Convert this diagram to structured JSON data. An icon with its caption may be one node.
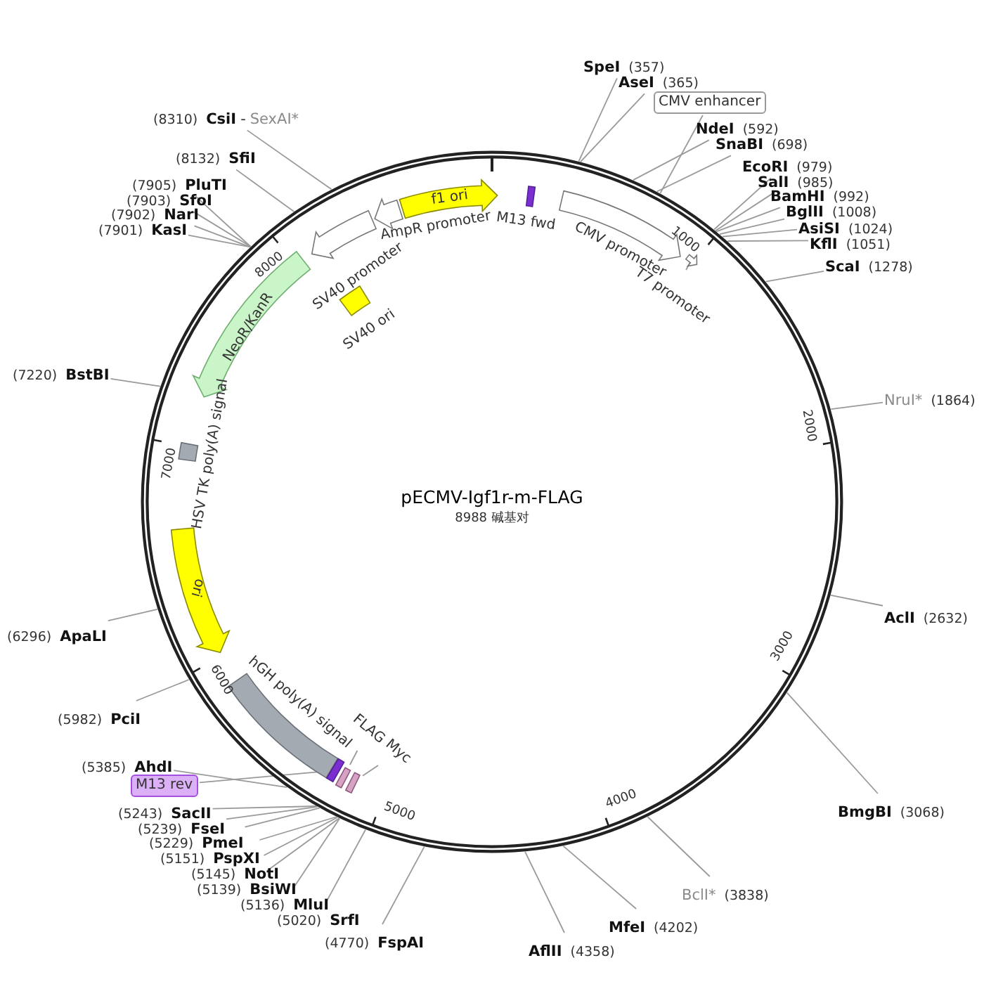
{
  "diagram": {
    "title": "pECMV-Igf1r-m-FLAG",
    "nodes": [
      {
        "text": [],
        "shape": "circle"
      },
      {
        "text": [
          "f1 ori"
        ],
        "in": 0
      },
      {
        "text": [],
        "shape": "arrow",
        "beside": [
          "AmpR promoter"
        ],
        "in": 0
      },
      {
        "text": [
          "M13 fwd"
        ],
        "in": 0
      },
      {
        "text": [
          "CMV enhancer"
        ]
      },
      {
        "text": [],
        "shape": "arrow",
        "beside": [
          "CMV promoter"
        ],
        "in": 0
      },
      {
        "text": [
          "T7 promoter"
        ],
        "in": 0
      },
      {
        "text": [],
        "shape": "arrow",
        "in": 0
      },
      {
        "text": [],
        "shape": "arrow",
        "beside": [
          "SV40 promoter"
        ],
        "in": 0
      },
      {
        "text": [],
        "shape": "box",
        "beside": [
          "SV40 ori"
        ],
        "in": 0
      },
      {
        "text": [
          "NeoR/KanR"
        ],
        "in": 0
      },
      {
        "text": [],
        "shape": "box",
        "beside": [
          "HSV TK poly(A) signal"
        ],
        "in": 0
      },
      {
        "text": [
          "ori"
        ],
        "in": 0
      },
      {
        "text": [],
        "shape": "bar",
        "beside": [
          "hGH poly(A) signal"
        ],
        "in": 0
      },
      {
        "text": [
          "FLAG"
        ],
        "in": 0
      },
      {
        "text": [],
        "shape": "box",
        "in": 0
      },
      {
        "text": [
          "Myc"
        ],
        "in": 0
      },
      {
        "text": [],
        "shape": "box",
        "in": 0
      },
      {
        "text": [
          "M13 rev"
        ]
      },
      {
        "text": [],
        "shape": "bar",
        "in": 0
      },
      {
        "text": [
          "SpeI"
        ],
        "beside": [
          "(357)"
        ]
      },
      {
        "text": [
          "AseI"
        ],
        "beside": [
          "(365)"
        ]
      },
      {
        "text": [
          "NdeI"
        ],
        "beside": [
          "(592)"
        ]
      },
      {
        "text": [
          "SnaBI"
        ],
        "beside": [
          "(698)"
        ]
      },
      {
        "text": [
          "EcoRI"
        ],
        "beside": [
          "(979)"
        ]
      },
      {
        "text": [
          "SalI"
        ],
        "beside": [
          "(985)"
        ]
      },
      {
        "text": [
          "BamHI"
        ],
        "beside": [
          "(992)"
        ]
      },
      {
        "text": [
          "BglII"
        ],
        "beside": [
          "(1008)"
        ]
      },
      {
        "text": [
          "AsiSI"
        ],
        "beside": [
          "(1024)"
        ]
      },
      {
        "text": [
          "KflI"
        ],
        "beside": [
          "(1051)"
        ]
      },
      {
        "text": [
          "ScaI"
        ],
        "beside": [
          "(1278)"
        ]
      },
      {
        "text": [
          "NruI*"
        ],
        "beside": [
          "(1864)"
        ]
      },
      {
        "text": [
          "AclI"
        ],
        "beside": [
          "(2632)"
        ]
      },
      {
        "text": [
          "BmgBI"
        ],
        "beside": [
          "(3068)"
        ]
      },
      {
        "text": [
          "BclI*"
        ],
        "beside": [
          "(3838)"
        ]
      },
      {
        "text": [
          "MfeI"
        ],
        "beside": [
          "(4202)"
        ]
      },
      {
        "text": [
          "AflII"
        ],
        "beside": [
          "(4358)"
        ]
      },
      {
        "text": [
          "FspAI"
        ],
        "beside": [
          "(4770)"
        ]
      },
      {
        "text": [
          "SrfI"
        ],
        "beside": [
          "(5020)"
        ]
      },
      {
        "text": [
          "MluI"
        ],
        "beside": [
          "(5136)"
        ]
      },
      {
        "text": [
          "BsiWI"
        ],
        "beside": [
          "(5139)"
        ]
      },
      {
        "text": [
          "NotI"
        ],
        "beside": [
          "(5145)"
        ]
      },
      {
        "text": [
          "PspXI"
        ],
        "beside": [
          "(5151)"
        ]
      },
      {
        "text": [
          "PmeI"
        ],
        "beside": [
          "(5229)"
        ]
      },
      {
        "text": [
          "FseI"
        ],
        "beside": [
          "(5239)"
        ]
      },
      {
        "text": [
          "SacII"
        ],
        "beside": [
          "(5243)"
        ]
      },
      {
        "text": [
          "AhdI"
        ],
        "beside": [
          "(5385)"
        ]
      },
      {
        "text": [
          "PciI"
        ],
        "beside": [
          "(5982)"
        ]
      },
      {
        "text": [
          "ApaLI"
        ],
        "beside": [
          "(6296)"
        ]
      },
      {
        "text": [
          "BstBI"
        ],
        "beside": [
          "(7220)"
        ]
      },
      {
        "text": [
          "KasI"
        ],
        "beside": [
          "(7901)"
        ]
      },
      {
        "text": [
          "NarI"
        ],
        "beside": [
          "(7902)"
        ]
      },
      {
        "text": [
          "SfoI"
        ],
        "beside": [
          "(7903)"
        ]
      },
      {
        "text": [
          "PluTI"
        ],
        "beside": [
          "(7905)"
        ]
      },
      {
        "text": [
          "SfiI"
        ],
        "beside": [
          "(8132)"
        ]
      },
      {
        "text": [
          "CsiI",
          "-",
          "SexAI*"
        ],
        "beside": [
          "(8310)"
        ]
      }
    ],
    "edges": [
      {
        "from": 4,
        "to": 0,
        "arrow": "none"
      },
      {
        "from": 6,
        "to": 7,
        "arrow": "none"
      },
      {
        "from": 14,
        "to": 15,
        "arrow": "none"
      },
      {
        "from": 16,
        "to": 17,
        "arrow": "none"
      },
      {
        "from": 18,
        "to": 19,
        "arrow": "none"
      },
      {
        "from": 20,
        "to": 0,
        "arrow": "none"
      },
      {
        "from": 21,
        "to": 0,
        "arrow": "none"
      },
      {
        "from": 22,
        "to": 0,
        "arrow": "none"
      },
      {
        "from": 23,
        "to": 0,
        "arrow": "none"
      },
      {
        "from": 24,
        "to": 0,
        "arrow": "none"
      },
      {
        "from": 25,
        "to": 0,
        "arrow": "none"
      },
      {
        "from": 26,
        "to": 0,
        "arrow": "none"
      },
      {
        "from": 27,
        "to": 0,
        "arrow": "none"
      },
      {
        "from": 28,
        "to": 0,
        "arrow": "none"
      },
      {
        "from": 29,
        "to": 0,
        "arrow": "none"
      },
      {
        "from": 30,
        "to": 0,
        "arrow": "none"
      },
      {
        "from": 31,
        "to": 0,
        "arrow": "none"
      },
      {
        "from": 32,
        "to": 0,
        "arrow": "none"
      },
      {
        "from": 33,
        "to": 0,
        "arrow": "none"
      },
      {
        "from": 34,
        "to": 0,
        "arrow": "none"
      },
      {
        "from": 35,
        "to": 0,
        "arrow": "none"
      },
      {
        "from": 36,
        "to": 0,
        "arrow": "none"
      },
      {
        "from": 37,
        "to": 0,
        "arrow": "none"
      },
      {
        "from": 38,
        "to": 0,
        "arrow": "none"
      },
      {
        "from": 39,
        "to": 0,
        "arrow": "none"
      },
      {
        "from": 40,
        "to": 0,
        "arrow": "none"
      },
      {
        "from": 41,
        "to": 0,
        "arrow": "none"
      },
      {
        "from": 42,
        "to": 0,
        "arrow": "none"
      },
      {
        "from": 43,
        "to": 0,
        "arrow": "none"
      },
      {
        "from": 44,
        "to": 0,
        "arrow": "none"
      },
      {
        "from": 45,
        "to": 0,
        "arrow": "none"
      },
      {
        "from": 46,
        "to": 0,
        "arrow": "none"
      },
      {
        "from": 47,
        "to": 0,
        "arrow": "none"
      },
      {
        "from": 48,
        "to": 0,
        "arrow": "none"
      },
      {
        "from": 49,
        "to": 0,
        "arrow": "none"
      },
      {
        "from": 50,
        "to": 0,
        "arrow": "none"
      },
      {
        "from": 51,
        "to": 0,
        "arrow": "none"
      },
      {
        "from": 52,
        "to": 0,
        "arrow": "none"
      },
      {
        "from": 53,
        "to": 0,
        "arrow": "none"
      },
      {
        "from": 54,
        "to": 0,
        "arrow": "none"
      },
      {
        "from": 55,
        "to": 0,
        "arrow": "none"
      }
    ],
    "labels": [
      "8988 碱基对",
      "1000",
      "2000",
      "3000",
      "4000",
      "5000",
      "6000",
      "7000",
      "8000"
    ]
  }
}
